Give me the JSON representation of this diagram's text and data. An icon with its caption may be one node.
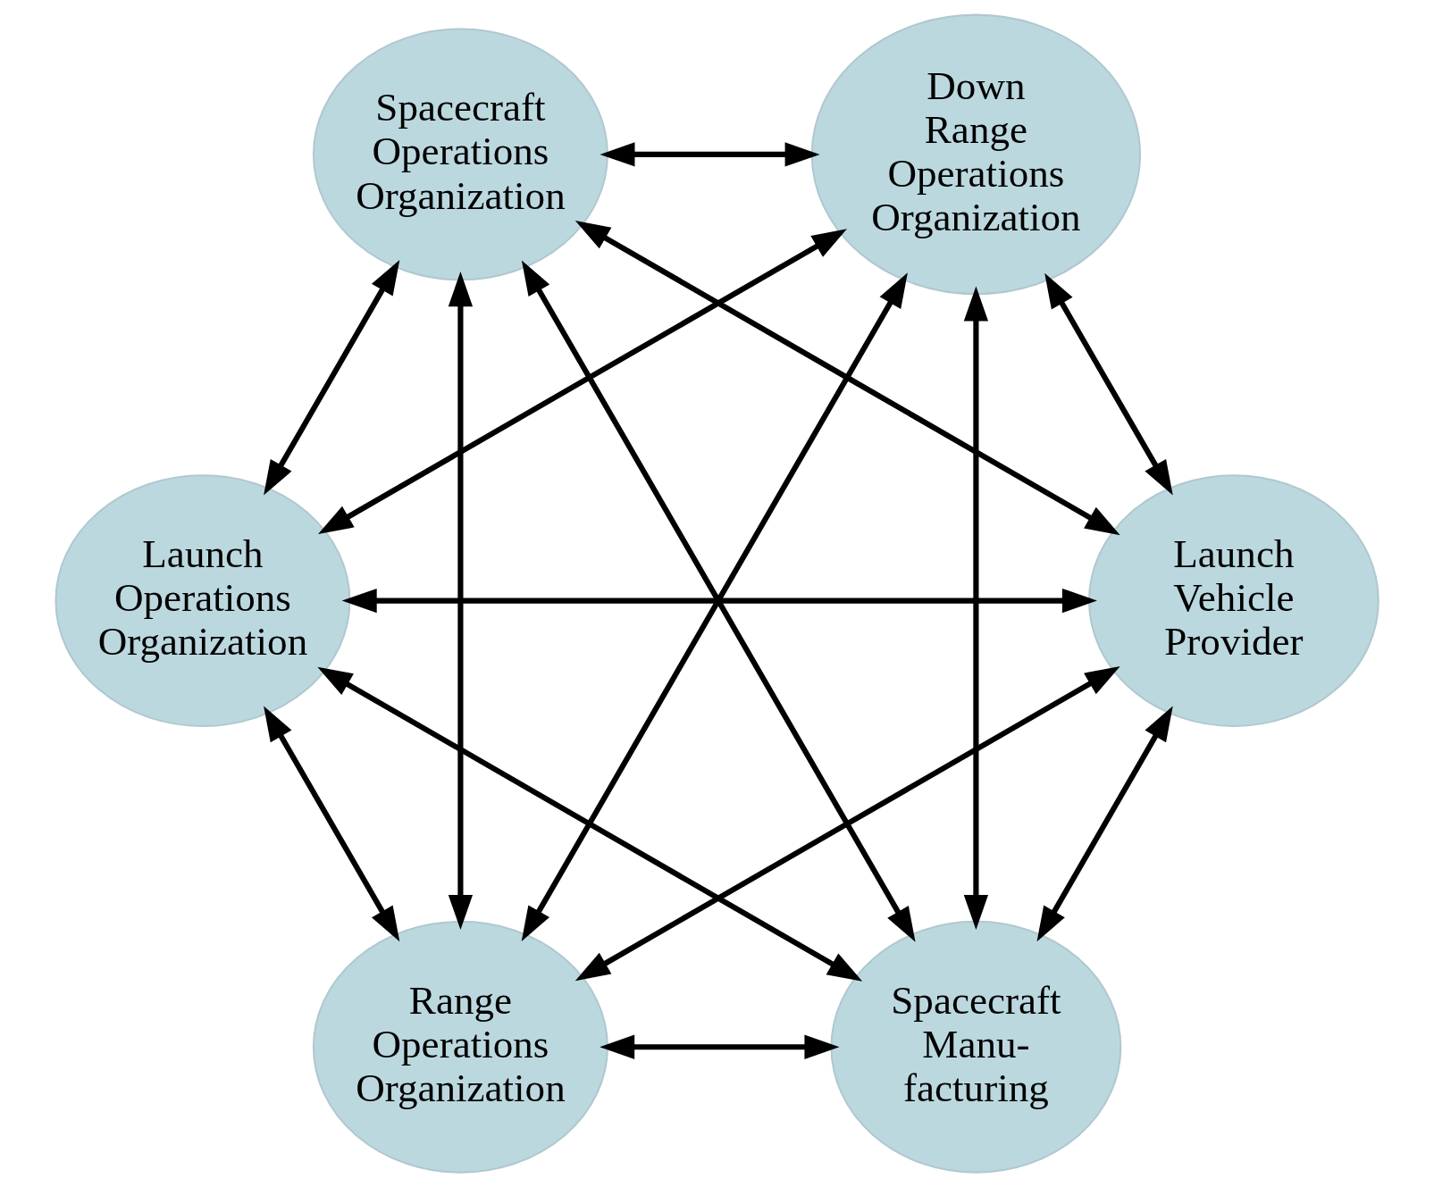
{
  "diagram": {
    "nodes": [
      {
        "text": [
          "Spacecraft Manu- facturing"
        ]
      },
      {
        "text": [
          "Launch Vehicle Provider"
        ]
      },
      {
        "text": [
          "Launch Operations Organization"
        ]
      },
      {
        "text": [
          "Spacecraft Operations Organization"
        ]
      },
      {
        "text": [
          "Down Range Operations Organization"
        ]
      },
      {
        "text": [
          "Range Operations Organization"
        ]
      }
    ],
    "edges": [
      {
        "from": 1,
        "to": 0,
        "arrow": "both"
      },
      {
        "from": 0,
        "to": 2,
        "arrow": "both"
      },
      {
        "from": 1,
        "to": 2,
        "arrow": "both"
      },
      {
        "from": 0,
        "to": 5,
        "arrow": "both"
      },
      {
        "from": 0,
        "to": 3,
        "arrow": "both"
      },
      {
        "from": 0,
        "to": 4,
        "arrow": "both"
      },
      {
        "from": 1,
        "to": 4,
        "arrow": "both"
      },
      {
        "from": 2,
        "to": 3,
        "arrow": "both"
      },
      {
        "from": 1,
        "to": 5,
        "arrow": "both"
      },
      {
        "from": 2,
        "to": 5,
        "arrow": "both"
      },
      {
        "from": 1,
        "to": 3,
        "arrow": "both"
      },
      {
        "from": 2,
        "to": 4,
        "arrow": "both"
      },
      {
        "from": 3,
        "to": 4,
        "arrow": "both"
      },
      {
        "from": 3,
        "to": 5,
        "arrow": "both"
      },
      {
        "from": 4,
        "to": 5,
        "arrow": "both"
      }
    ]
  }
}
